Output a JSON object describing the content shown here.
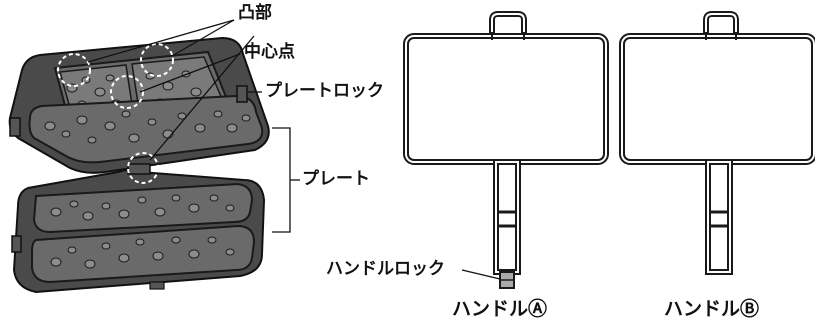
{
  "labels": {
    "convex": "凸部",
    "center_point": "中心点",
    "plate_lock": "プレートロック",
    "plate": "プレート",
    "handle_lock": "ハンドルロック"
  },
  "captions": {
    "handle_a": "ハンドルⒶ",
    "handle_b": "ハンドルⒷ"
  }
}
